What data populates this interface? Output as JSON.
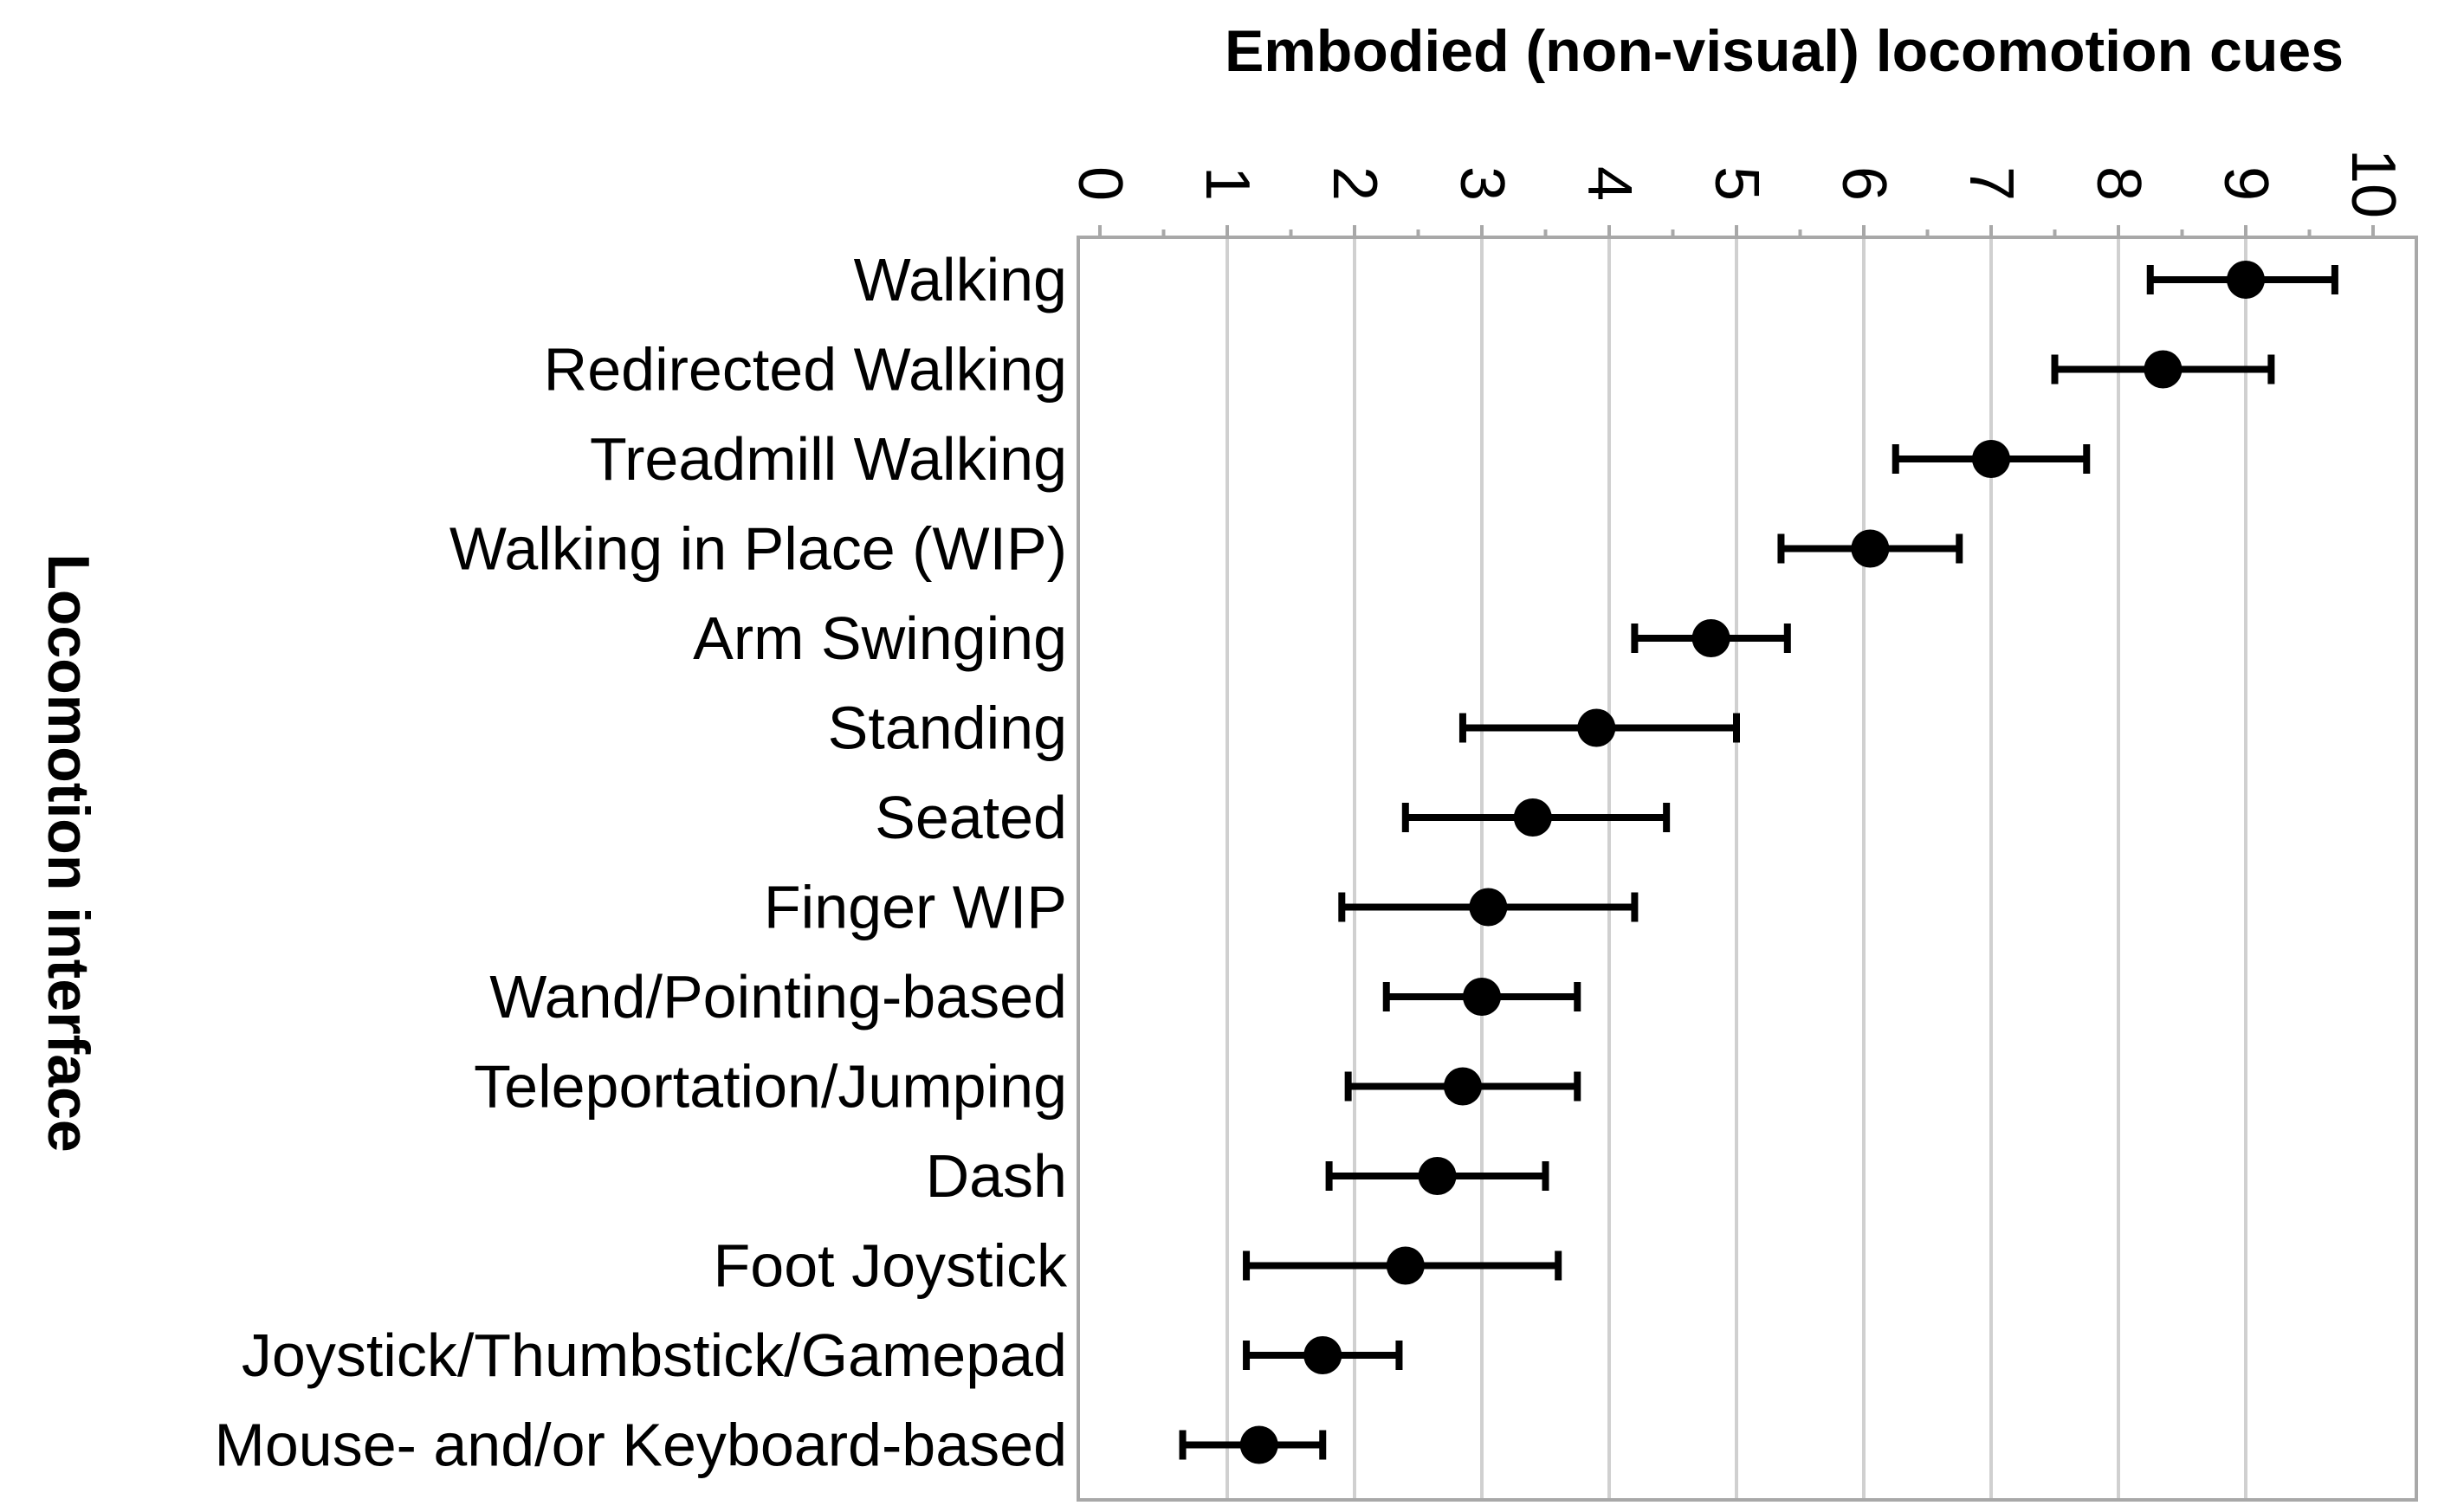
{
  "chart_data": {
    "type": "scatter",
    "title": "Embodied (non-visual) locomotion cues",
    "xlabel": "",
    "ylabel": "Locomotion interface",
    "xlim": [
      0,
      10
    ],
    "xticks": [
      "0",
      "1",
      "2",
      "3",
      "4",
      "5",
      "6",
      "7",
      "8",
      "9",
      "10"
    ],
    "x_axis_position": "top",
    "grid": true,
    "error_bars": true,
    "categories": [
      "Walking",
      "Redirected Walking",
      "Treadmill Walking",
      "Walking in Place (WIP)",
      "Arm Swinging",
      "Standing",
      "Seated",
      "Finger WIP",
      "Wand/Pointing-based",
      "Teleportation/Jumping",
      "Dash",
      "Foot Joystick",
      "Joystick/Thumbstick/Gamepad",
      "Mouse- and/or Keyboard-based"
    ],
    "values": [
      9.0,
      8.35,
      7.0,
      6.05,
      4.8,
      3.9,
      3.4,
      3.05,
      3.0,
      2.85,
      2.65,
      2.4,
      1.75,
      1.25
    ],
    "error_low": [
      8.25,
      7.5,
      6.25,
      5.35,
      4.2,
      2.85,
      2.4,
      1.9,
      2.25,
      1.95,
      1.8,
      1.15,
      1.15,
      0.65
    ],
    "error_high": [
      9.7,
      9.2,
      7.75,
      6.75,
      5.4,
      5.0,
      4.45,
      4.2,
      3.75,
      3.75,
      3.5,
      3.6,
      2.35,
      1.75
    ]
  }
}
